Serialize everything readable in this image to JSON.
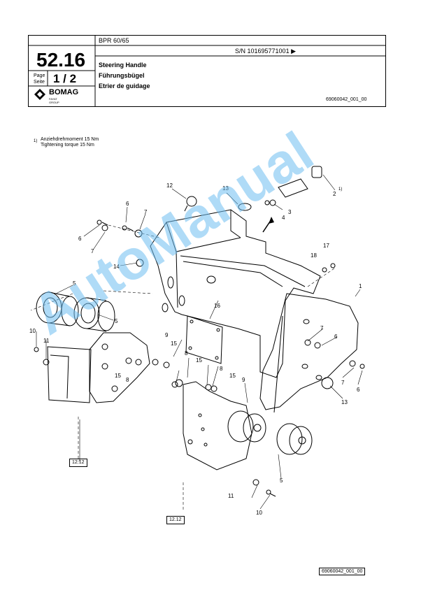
{
  "header": {
    "section_number": "52.16",
    "page_label": "Page\nSeite",
    "page_number": "1 / 2",
    "model": "BPR 60/65",
    "serial": "S/N 101695771001  ▶",
    "title_en": "Steering Handle",
    "title_de": "Führungsbügel",
    "title_fr": "Etrier de guidage",
    "doc_id": "69060042_001_00",
    "logo_text": "BOMAG",
    "logo_sub": "FAYAT GROUP"
  },
  "note": {
    "marker": "1)",
    "line1": "Anziehdrehmoment 15 Nm",
    "line2": "Tightening torque 15 Nm"
  },
  "references": [
    "12.12",
    "12.12"
  ],
  "callouts": [
    {
      "id": "c1",
      "label": "1"
    },
    {
      "id": "c2",
      "label": "2"
    },
    {
      "id": "c2b",
      "label": "1)"
    },
    {
      "id": "c3",
      "label": "3"
    },
    {
      "id": "c4",
      "label": "4"
    },
    {
      "id": "c5a",
      "label": "5"
    },
    {
      "id": "c5b",
      "label": "5"
    },
    {
      "id": "c5c",
      "label": "5"
    },
    {
      "id": "c6a",
      "label": "6"
    },
    {
      "id": "c6b",
      "label": "6"
    },
    {
      "id": "c6c",
      "label": "6"
    },
    {
      "id": "c6d",
      "label": "6"
    },
    {
      "id": "c7a",
      "label": "7"
    },
    {
      "id": "c7b",
      "label": "7"
    },
    {
      "id": "c7c",
      "label": "7"
    },
    {
      "id": "c7d",
      "label": "7"
    },
    {
      "id": "c8a",
      "label": "8"
    },
    {
      "id": "c8b",
      "label": "8"
    },
    {
      "id": "c8c",
      "label": "8"
    },
    {
      "id": "c9a",
      "label": "9"
    },
    {
      "id": "c9b",
      "label": "9"
    },
    {
      "id": "c10a",
      "label": "10"
    },
    {
      "id": "c10b",
      "label": "10"
    },
    {
      "id": "c11a",
      "label": "11"
    },
    {
      "id": "c11b",
      "label": "11"
    },
    {
      "id": "c12",
      "label": "12"
    },
    {
      "id": "c13a",
      "label": "13"
    },
    {
      "id": "c13b",
      "label": "13"
    },
    {
      "id": "c14",
      "label": "14"
    },
    {
      "id": "c15a",
      "label": "15"
    },
    {
      "id": "c15b",
      "label": "15"
    },
    {
      "id": "c15c",
      "label": "15"
    },
    {
      "id": "c15d",
      "label": "15"
    },
    {
      "id": "c16",
      "label": "16"
    },
    {
      "id": "c17",
      "label": "17"
    },
    {
      "id": "c18",
      "label": "18"
    }
  ],
  "watermark": "AutoManual",
  "footer_id": "69060042_001_00"
}
